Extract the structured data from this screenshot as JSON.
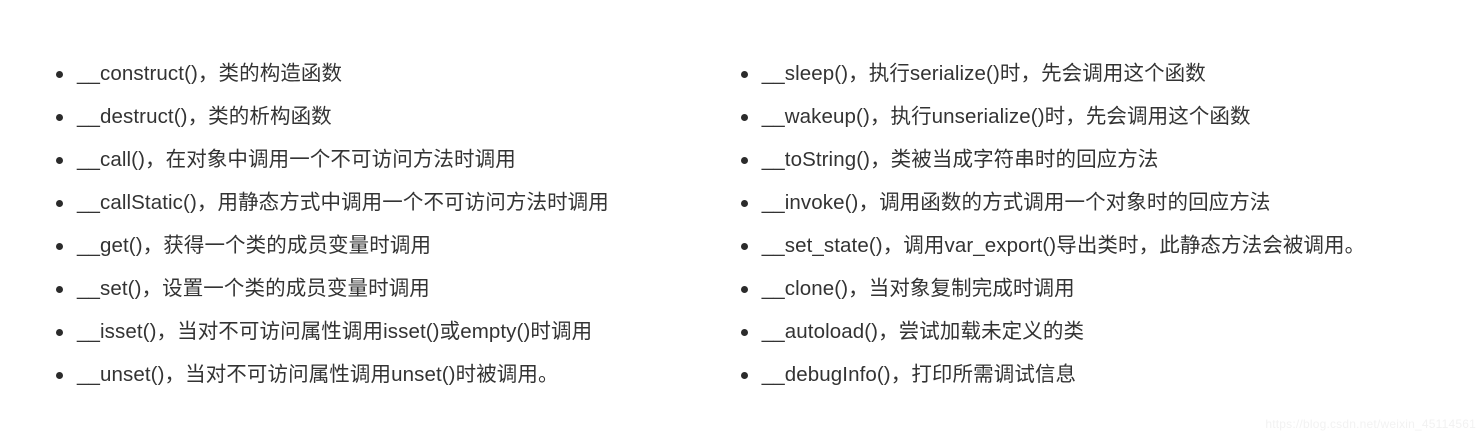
{
  "document": {
    "background_color": "#ffffff",
    "text_color": "#333333",
    "bullet_color": "#2b2b2b"
  },
  "left_column": {
    "items": [
      {
        "text": "__construct()，类的构造函数"
      },
      {
        "text": "__destruct()，类的析构函数"
      },
      {
        "text": "__call()，在对象中调用一个不可访问方法时调用"
      },
      {
        "text": "__callStatic()，用静态方式中调用一个不可访问方法时调用"
      },
      {
        "text": "__get()，获得一个类的成员变量时调用"
      },
      {
        "text": "__set()，设置一个类的成员变量时调用"
      },
      {
        "text": "__isset()，当对不可访问属性调用isset()或empty()时调用"
      },
      {
        "text": "__unset()，当对不可访问属性调用unset()时被调用。"
      }
    ]
  },
  "right_column": {
    "items": [
      {
        "text": "__sleep()，执行serialize()时，先会调用这个函数"
      },
      {
        "text": "__wakeup()，执行unserialize()时，先会调用这个函数"
      },
      {
        "text": "__toString()，类被当成字符串时的回应方法"
      },
      {
        "text": "__invoke()，调用函数的方式调用一个对象时的回应方法"
      },
      {
        "text": "__set_state()，调用var_export()导出类时，此静态方法会被调用。"
      },
      {
        "text": "__clone()，当对象复制完成时调用"
      },
      {
        "text": "__autoload()，尝试加载未定义的类"
      },
      {
        "text": "__debugInfo()，打印所需调试信息"
      }
    ]
  },
  "watermark": {
    "text": "https://blog.csdn.net/weixin_45114561"
  }
}
